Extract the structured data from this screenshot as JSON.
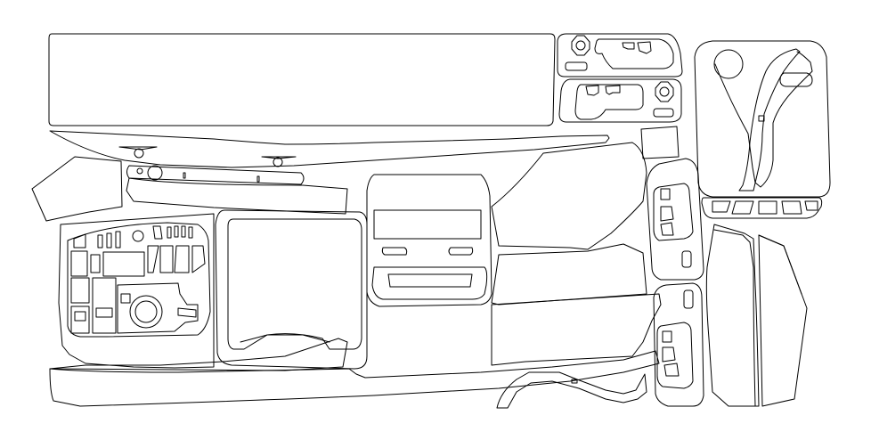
{
  "colors": {
    "background": "#ffffff",
    "stroke": "#000000"
  },
  "diagram": {
    "parts": [
      {
        "name": "top-dash-strip",
        "type": "panel"
      },
      {
        "name": "steering-column-cover-top",
        "type": "panel"
      },
      {
        "name": "steering-column-cover-bottom",
        "type": "panel"
      },
      {
        "name": "center-console-gear-panel",
        "type": "panel"
      },
      {
        "name": "upper-dash-trim",
        "type": "panel"
      },
      {
        "name": "left-side-flap",
        "type": "panel"
      },
      {
        "name": "driver-instrument-panel",
        "type": "panel"
      },
      {
        "name": "infotainment-screen-surround",
        "type": "panel"
      },
      {
        "name": "center-vent-panel",
        "type": "panel"
      },
      {
        "name": "center-diagonal-trim",
        "type": "panel"
      },
      {
        "name": "right-door-switch-panel-upper",
        "type": "panel"
      },
      {
        "name": "right-door-switch-panel-lower",
        "type": "panel"
      },
      {
        "name": "right-pillar-trims",
        "type": "panel"
      },
      {
        "name": "lower-dash-strip",
        "type": "panel"
      },
      {
        "name": "curved-strip",
        "type": "panel"
      },
      {
        "name": "small-square-tab",
        "type": "panel"
      }
    ]
  }
}
